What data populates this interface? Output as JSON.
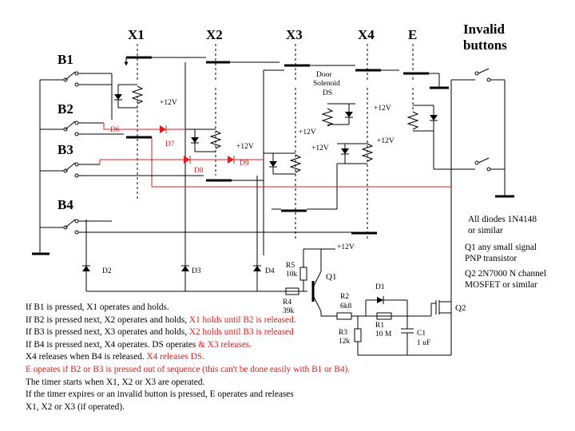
{
  "relays": {
    "x1": "X1",
    "x2": "X2",
    "x3": "X3",
    "x4": "X4",
    "e": "E",
    "invalid_line1": "Invalid",
    "invalid_line2": "buttons"
  },
  "buttons": {
    "b1": "B1",
    "b2": "B2",
    "b3": "B3",
    "b4": "B4"
  },
  "components": {
    "plus12": "+12V",
    "d6": "D6",
    "d7": "D7",
    "d8": "D8",
    "d9": "D9",
    "d2": "D2",
    "d3": "D3",
    "d4": "D4",
    "d1": "D1",
    "door_line1": "Door",
    "door_line2": "Solenoid",
    "door_line3": "DS",
    "r5": "R5",
    "r5_val": "10k",
    "r4": "R4",
    "r4_val": "39k",
    "r2": "R2",
    "r2_val": "6k8",
    "r3": "R3",
    "r3_val": "12k",
    "r1": "R1",
    "r1_val": "10 M",
    "c1": "C1",
    "c1_val": "1 uF",
    "q1": "Q1",
    "q2": "Q2"
  },
  "side_notes": {
    "diodes_1": "All diodes 1N4148",
    "diodes_2": "or similar",
    "q1_1": "Q1 any small signal",
    "q1_2": "PNP transistor",
    "q2_1": "Q2 2N7000 N channel",
    "q2_2": "MOSFET or similar"
  },
  "notes": {
    "l1": "If B1 is pressed, X1 operates and holds.",
    "l2a": "If B2 is pressed next, X2 operates and holds, ",
    "l2b": "X1 holds until B2 is released.",
    "l3a": "If B3 is pressed next, X3 operates and holds, ",
    "l3b": "X2 holds until B3 is released",
    "l4a": "If B4 is pressed next, X4 operates.  DS operates ",
    "l4b": "& X3 releases.",
    "l5a": "X4 releases when B4 is released.  ",
    "l5b": "X4 releases DS.",
    "l6": "E opeates if B2 or B3 is pressed out of sequence (this can't be done easily with B1 or B4).",
    "l7": "The timer starts when X1, X2 or X3 are operated.",
    "l8": "If the timer expires or an invalid button is pressed, E operates and releases",
    "l9": "X1, X2 or X3 (if operated)."
  },
  "colors": {
    "wire": "#000000",
    "highlight": "#e01b1b"
  }
}
